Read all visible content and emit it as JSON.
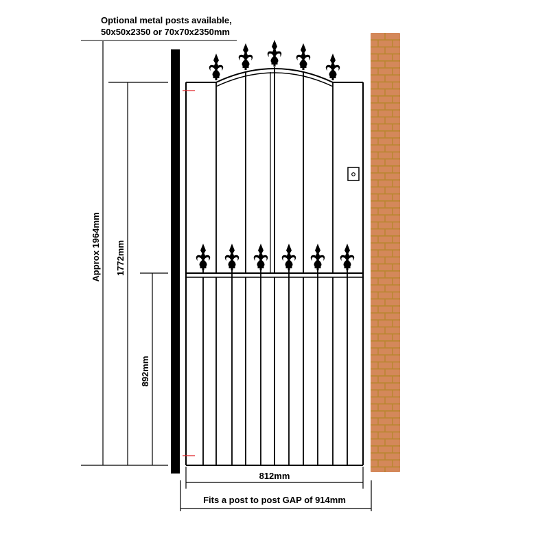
{
  "notes": {
    "posts_line1": "Optional metal posts available,",
    "posts_line2": "50x50x2350 or 70x70x2350mm"
  },
  "dimensions": {
    "overall_height": "Approx 1964mm",
    "frame_height": "1772mm",
    "lower_rail_height": "892mm",
    "gate_width": "812mm",
    "post_gap": "Fits a post to post GAP of 914mm"
  },
  "colors": {
    "brick": "#d4885a",
    "mortar": "#b8862e",
    "hinge_mark": "#e0262b",
    "ink": "#000000"
  }
}
